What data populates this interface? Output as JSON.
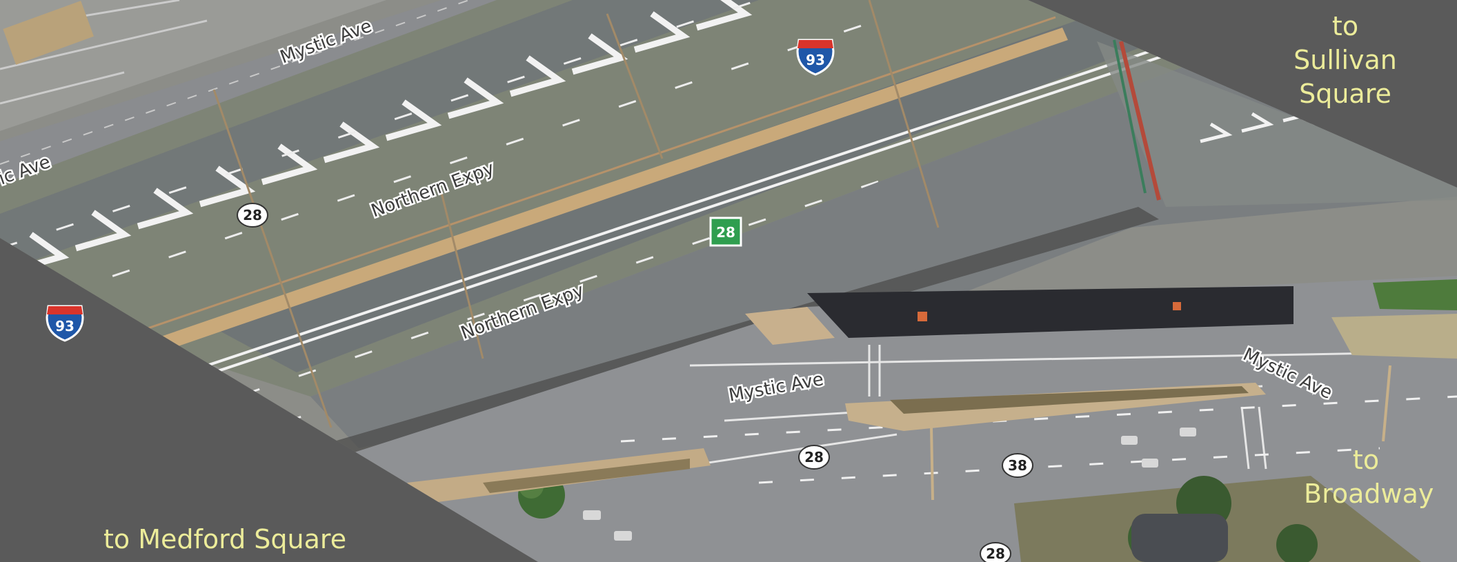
{
  "destinations": {
    "sullivan_square": "to\nSullivan\nSquare",
    "broadway": "to\nBroadway",
    "medford_square": "to Medford Square"
  },
  "road_labels": {
    "mystic_ave_top": "Mystic Ave",
    "mystic_ave_left": "ic Ave",
    "northern_expy_upper": "Northern Expy",
    "northern_expy_lower": "Northern Expy",
    "mystic_ave_center": "Mystic Ave",
    "mystic_ave_right": "Mystic Ave"
  },
  "shields": {
    "interstate_upper": "93",
    "interstate_lower": "93",
    "route_28_green": "28",
    "route_28_white_left": "28",
    "route_28_white_center": "28",
    "route_38": "38",
    "route_28_white_bottom": "28"
  },
  "colors": {
    "overlay": "#5a5a5a",
    "destination_text": "#ecec9a",
    "highway_surface": "#7e8476",
    "lane_marking": "#f2f2f2",
    "road_label_text": "#3d3d3d",
    "interstate_blue": "#1f57a8",
    "interstate_red": "#d9342b",
    "route_green": "#2f9e4f"
  }
}
